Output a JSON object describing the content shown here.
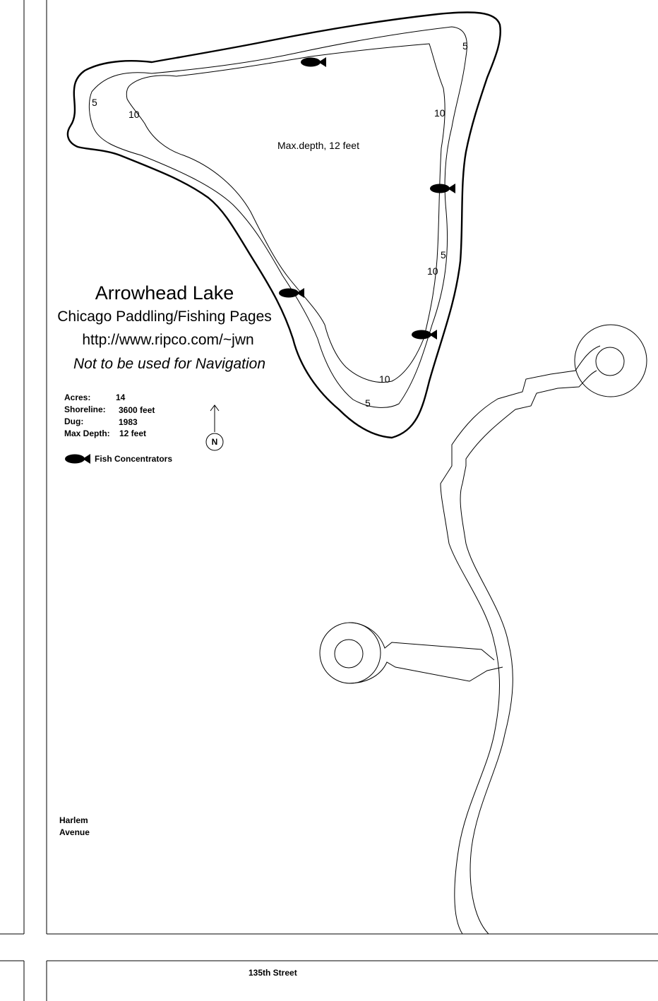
{
  "title": "Arrowhead Lake",
  "subtitle": "Chicago Paddling/Fishing Pages",
  "url": "http://www.ripco.com/~jwn",
  "disclaimer": "Not to be used for Navigation",
  "max_depth_note": "Max.depth, 12 feet",
  "depth_labels": [
    "5",
    "10",
    "5",
    "10",
    "10",
    "5",
    "10",
    "5"
  ],
  "stats": {
    "acres_label": "Acres:",
    "acres_value": "14",
    "shoreline_label": "Shoreline:",
    "shoreline_value": "3600 feet",
    "dug_label": "Dug:",
    "dug_value": "1983",
    "maxdepth_label": "Max Depth:",
    "maxdepth_value": "12 feet"
  },
  "north_label": "N",
  "legend_label": "Fish Concentrators",
  "roads": {
    "harlem_line1": "Harlem",
    "harlem_line2": "Avenue",
    "street": "135th Street"
  },
  "icons": [
    "fish-icon",
    "north-arrow-icon"
  ],
  "colors": {
    "ink": "#000000",
    "paper": "#ffffff"
  }
}
